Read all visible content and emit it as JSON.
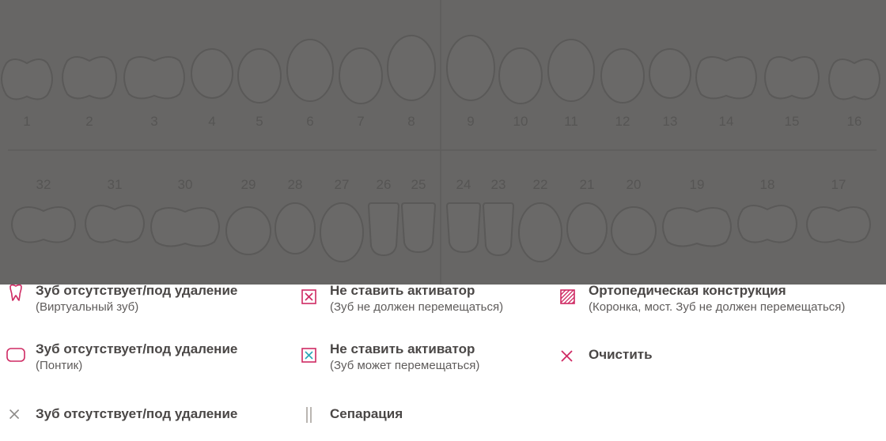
{
  "colors": {
    "overlay_bg": "#676665",
    "tooth_outline": "#5a5958",
    "divider": "#5e5d5c",
    "accent_magenta": "#cf2a63",
    "accent_teal": "#2aa7b8",
    "gray_icon": "#8c8a88",
    "text_dark": "#4a4746"
  },
  "dental_chart": {
    "upper_numbers": [
      "1",
      "2",
      "3",
      "4",
      "5",
      "6",
      "7",
      "8",
      "9",
      "10",
      "11",
      "12",
      "13",
      "14",
      "15",
      "16"
    ],
    "lower_numbers": [
      "32",
      "31",
      "30",
      "29",
      "28",
      "27",
      "26",
      "25",
      "24",
      "23",
      "22",
      "21",
      "20",
      "19",
      "18",
      "17"
    ]
  },
  "legend": {
    "virtual_tooth": {
      "title": "Зуб отсутствует/под удаление",
      "subtitle": "(Виртуальный зуб)",
      "icon": "tooth-outline-icon"
    },
    "pontic": {
      "title": "Зуб отсутствует/под удаление",
      "subtitle": "(Понтик)",
      "icon": "rounded-rect-icon"
    },
    "missing_tooth": {
      "title": "Зуб отсутствует/под удаление",
      "icon": "x-icon"
    },
    "no_activator_fixed": {
      "title": "Не ставить активатор",
      "subtitle": "(Зуб не должен перемещаться)",
      "icon": "boxed-x-icon"
    },
    "no_activator_movable": {
      "title": "Не ставить активатор",
      "subtitle": "(Зуб может перемещаться)",
      "icon": "boxed-x-teal-icon"
    },
    "separation": {
      "title": "Сепарация",
      "icon": "double-bar-icon"
    },
    "orthopedic": {
      "title": "Ортопедическая конструкция",
      "subtitle": "(Коронка, мост. Зуб не должен перемещаться)",
      "icon": "hatched-square-icon"
    },
    "clear": {
      "title": "Очистить",
      "icon": "clear-x-icon"
    }
  }
}
